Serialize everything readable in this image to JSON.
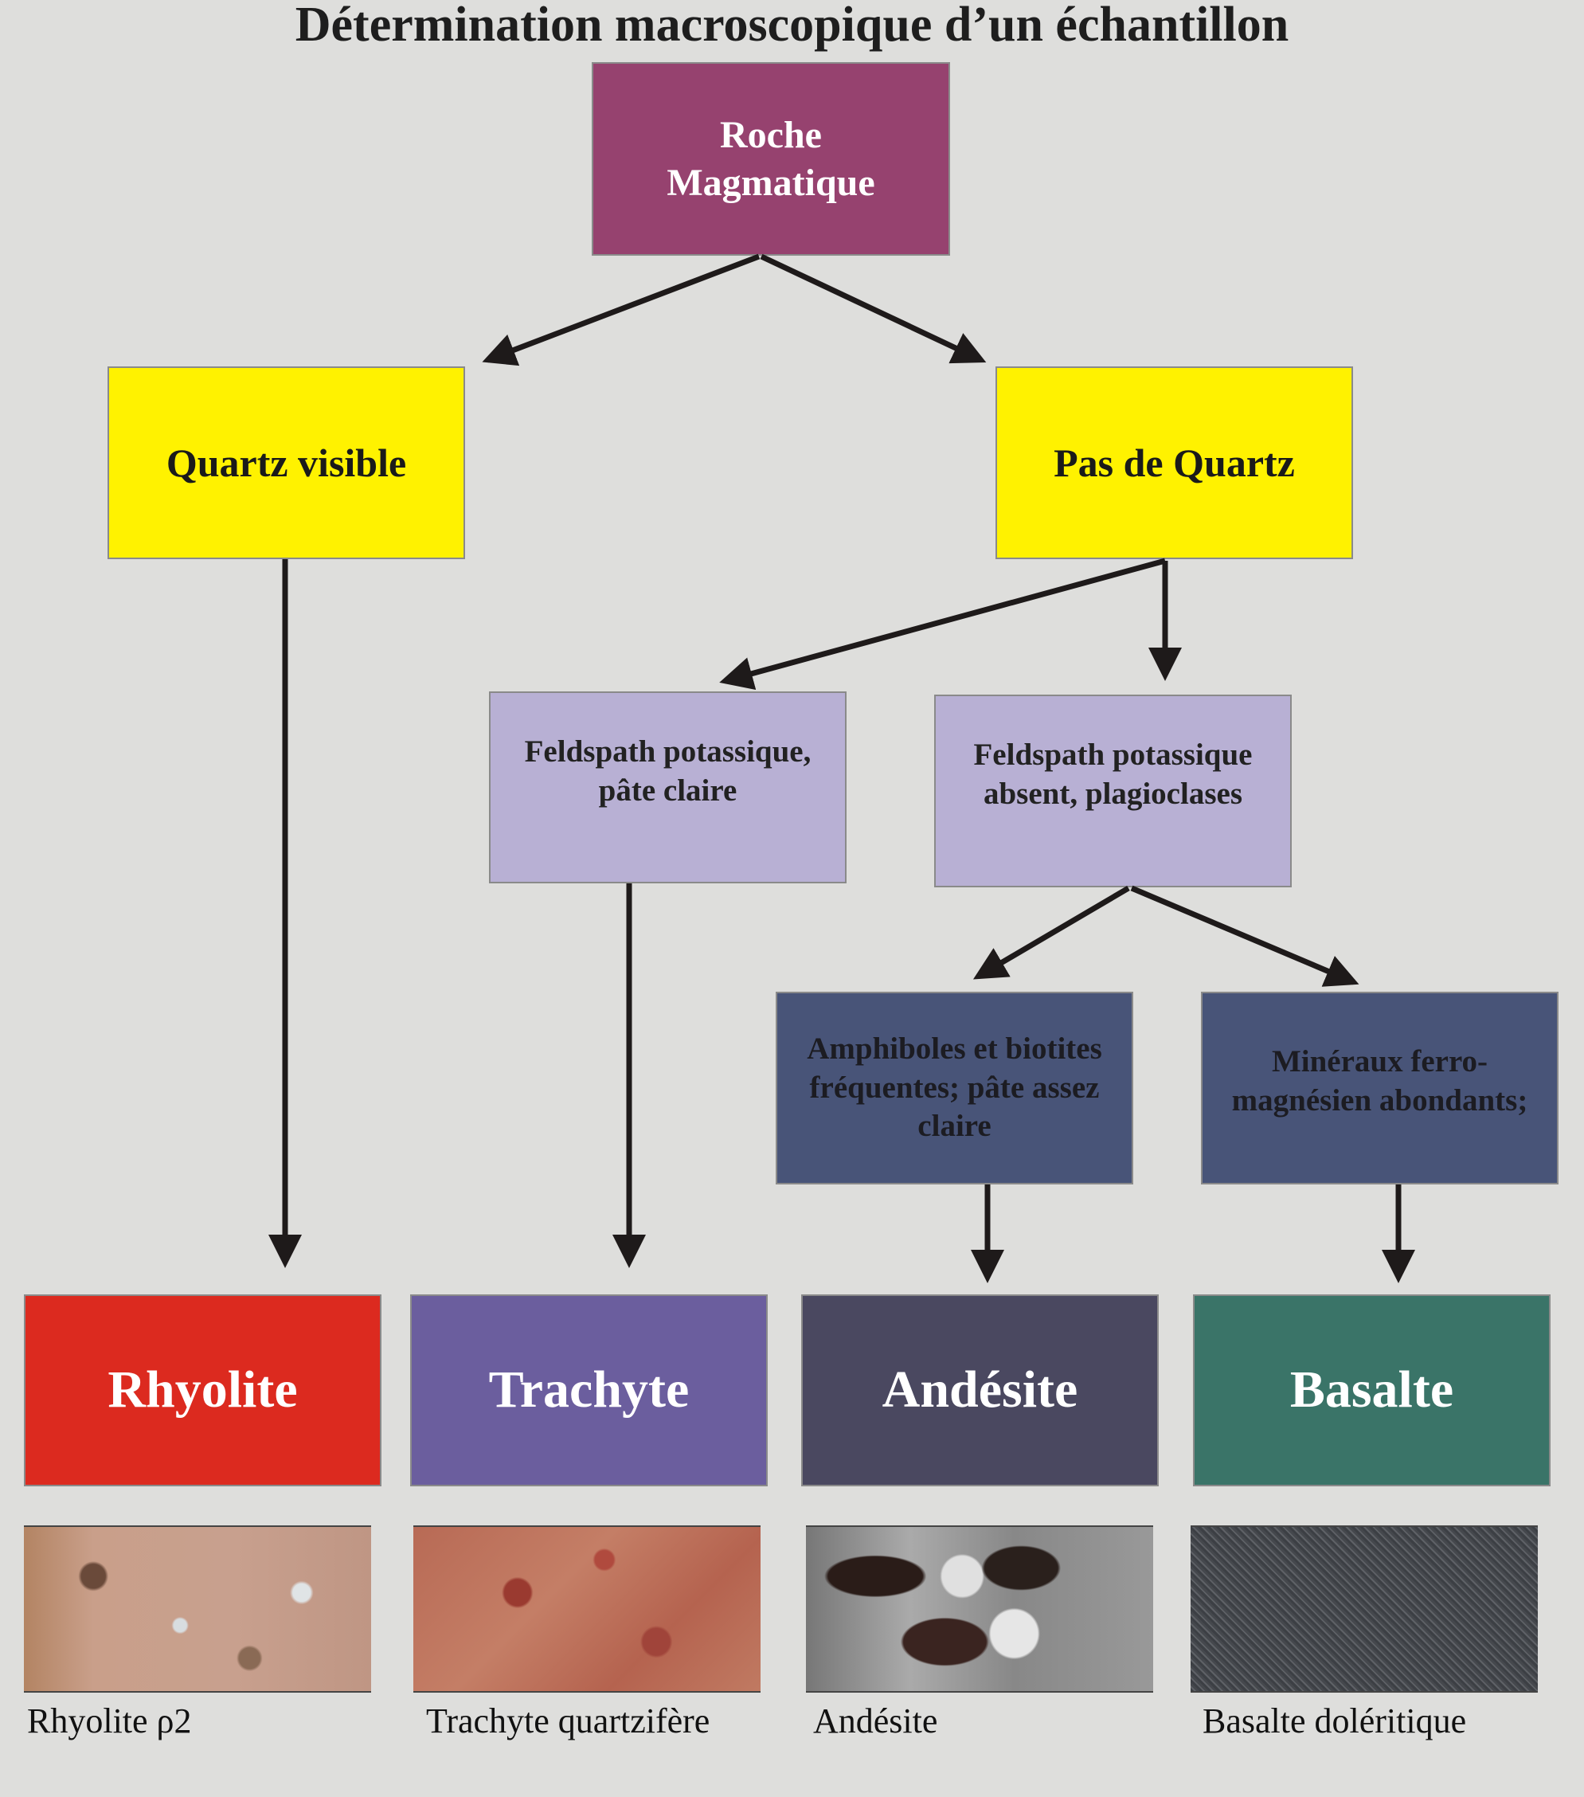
{
  "title": "Détermination macroscopique d’un échantillon",
  "nodes": {
    "root": "Roche\nMagmatique",
    "quartz": "Quartz visible",
    "no_quartz": "Pas de Quartz",
    "feldspath_k": "Feldspath potassique,\npâte claire",
    "feldspath_absent": "Feldspath potassique\nabsent, plagioclases",
    "amphiboles": "Amphiboles et biotites\nfréquentes; pâte assez\nclaire",
    "ferro": "Minéraux ferro-\nmagnésien abondants;"
  },
  "results": [
    {
      "label": "Rhyolite",
      "caption": "Rhyolite ρ2",
      "color": "#dc2a1f"
    },
    {
      "label": "Trachyte",
      "caption": "Trachyte quartzifère",
      "color": "#6b5e9e"
    },
    {
      "label": "Andésite",
      "caption": "Andésite",
      "color": "#4a4860"
    },
    {
      "label": "Basalte",
      "caption": "Basalte doléritique",
      "color": "#3a7468"
    }
  ],
  "colors": {
    "root": "#96426f",
    "quartz": "#fff200",
    "feldspath": "#b8b0d4",
    "mineral": "#485478",
    "arrow": "#1e1a1a"
  }
}
